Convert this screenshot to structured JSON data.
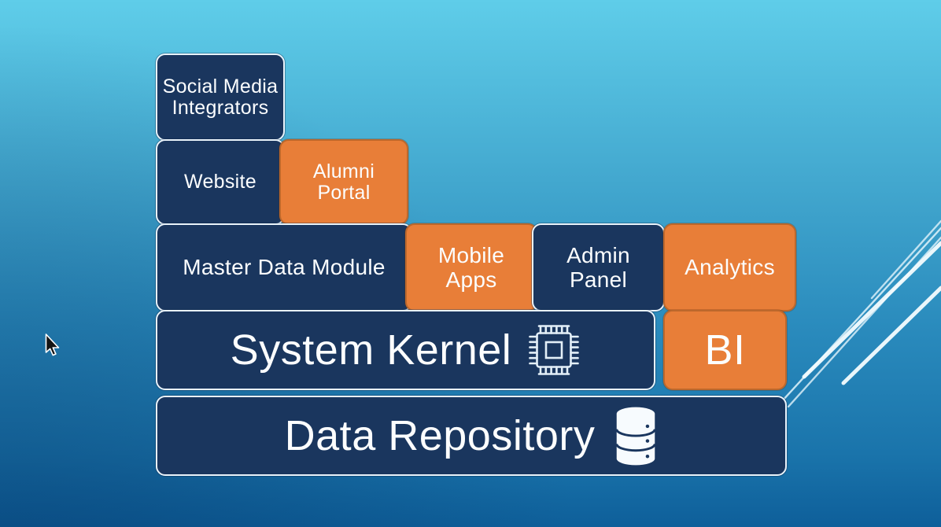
{
  "diagram": {
    "boxes": {
      "social_media": {
        "label": "Social Media Integrators",
        "color": "navy"
      },
      "website": {
        "label": "Website",
        "color": "navy"
      },
      "alumni_portal": {
        "label": "Alumni Portal",
        "color": "orange"
      },
      "master_data": {
        "label": "Master Data Module",
        "color": "navy"
      },
      "mobile_apps": {
        "label": "Mobile Apps",
        "color": "orange"
      },
      "admin_panel": {
        "label": "Admin Panel",
        "color": "navy"
      },
      "analytics": {
        "label": "Analytics",
        "color": "orange"
      },
      "system_kernel": {
        "label": "System Kernel",
        "color": "navy",
        "icon": "cpu-chip-icon"
      },
      "bi": {
        "label": "BI",
        "color": "orange"
      },
      "data_repository": {
        "label": "Data Repository",
        "color": "navy",
        "icon": "database-icon"
      }
    },
    "icons": [
      "cpu-chip-icon",
      "database-icon",
      "arrow-cursor-icon"
    ],
    "decor": {
      "diagonal_lines_count": 5
    },
    "colors": {
      "navy_fill": "#1a365e",
      "navy_border": "#e9f3fa",
      "orange_fill": "#e87e38",
      "orange_border": "#bc682c",
      "label_text": "#fcfeff",
      "background_top": "#5fcde9",
      "background_bottom": "#0e5f9a",
      "decor_line": "#eef9fd"
    }
  }
}
